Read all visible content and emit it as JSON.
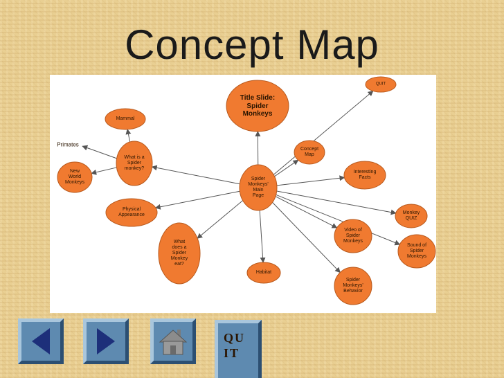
{
  "title": "Concept Map",
  "diagram": {
    "nodes": [
      {
        "id": "title-slide",
        "label": "Title Slide:\nSpider\nMonkeys",
        "shape": "ellipse",
        "size": "large"
      },
      {
        "id": "main-page",
        "label": "Spider\nMonkeys'\nMain\nPage",
        "shape": "ellipse"
      },
      {
        "id": "what-is",
        "label": "What is a\nSpider\nmonkey?",
        "shape": "ellipse"
      },
      {
        "id": "mammal",
        "label": "Mammal",
        "shape": "ellipse"
      },
      {
        "id": "primates",
        "label": "Primates",
        "shape": "text"
      },
      {
        "id": "new-world",
        "label": "New\nWorld\nMonkeys",
        "shape": "ellipse"
      },
      {
        "id": "concept-map",
        "label": "Concept\nMap",
        "shape": "ellipse"
      },
      {
        "id": "quit-node",
        "label": "QUIT",
        "shape": "ellipse"
      },
      {
        "id": "interesting-facts",
        "label": "Interesting\nFacts",
        "shape": "ellipse"
      },
      {
        "id": "physical-appearance",
        "label": "Physical\nAppearance",
        "shape": "ellipse"
      },
      {
        "id": "monkey-quiz",
        "label": "Monkey\nQUIZ",
        "shape": "ellipse"
      },
      {
        "id": "what-eat",
        "label": "What\ndoes a\nSpider\nMonkey\neat?",
        "shape": "ellipse"
      },
      {
        "id": "video",
        "label": "Video of\nSpider\nMonkeys",
        "shape": "ellipse"
      },
      {
        "id": "sound",
        "label": "Sound of\nSpider\nMonkeys",
        "shape": "ellipse"
      },
      {
        "id": "habitat",
        "label": "Habitat",
        "shape": "ellipse"
      },
      {
        "id": "behavior",
        "label": "Spider\nMonkeys'\nBehavior",
        "shape": "ellipse"
      }
    ],
    "edges": [
      {
        "from": "main-page",
        "to": "title-slide"
      },
      {
        "from": "main-page",
        "to": "concept-map"
      },
      {
        "from": "main-page",
        "to": "quit-node"
      },
      {
        "from": "main-page",
        "to": "interesting-facts"
      },
      {
        "from": "main-page",
        "to": "monkey-quiz"
      },
      {
        "from": "main-page",
        "to": "video"
      },
      {
        "from": "main-page",
        "to": "sound"
      },
      {
        "from": "main-page",
        "to": "behavior"
      },
      {
        "from": "main-page",
        "to": "habitat"
      },
      {
        "from": "main-page",
        "to": "what-eat"
      },
      {
        "from": "main-page",
        "to": "physical-appearance"
      },
      {
        "from": "main-page",
        "to": "what-is"
      },
      {
        "from": "what-is",
        "to": "mammal"
      },
      {
        "from": "what-is",
        "to": "primates"
      },
      {
        "from": "what-is",
        "to": "new-world"
      }
    ],
    "node_color": "#f07a30",
    "node_stroke": "#b85a1e",
    "edge_color": "#555555"
  },
  "nav": {
    "back_icon": "left-triangle-icon",
    "forward_icon": "right-triangle-icon",
    "home_icon": "house-icon",
    "quit_label": "QU IT"
  },
  "colors": {
    "button_face": "#5e8ab0",
    "icon_fill": "#1d2f7a"
  }
}
